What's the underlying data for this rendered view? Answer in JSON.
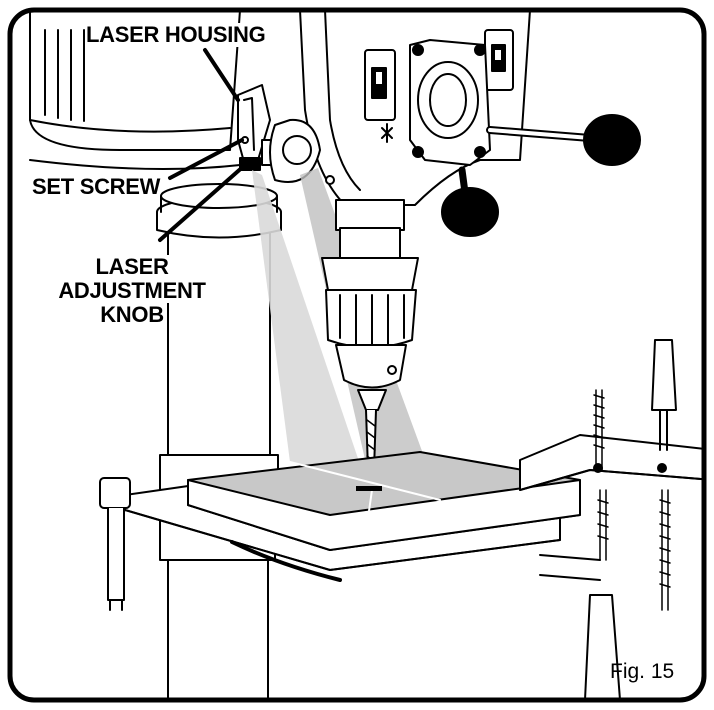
{
  "labels": {
    "laser_housing": "LASER HOUSING",
    "set_screw": "SET SCREW",
    "laser_adjustment_knob": [
      "LASER",
      "ADJUSTMENT",
      "KNOB"
    ]
  },
  "figure_label": "Fig. 15",
  "colors": {
    "outline": "#000000",
    "fill": "#ffffff",
    "laser_beam": "#d9d9d9",
    "laser_beam_dark": "#bfbfbf",
    "table_top": "#c8c8c8"
  }
}
